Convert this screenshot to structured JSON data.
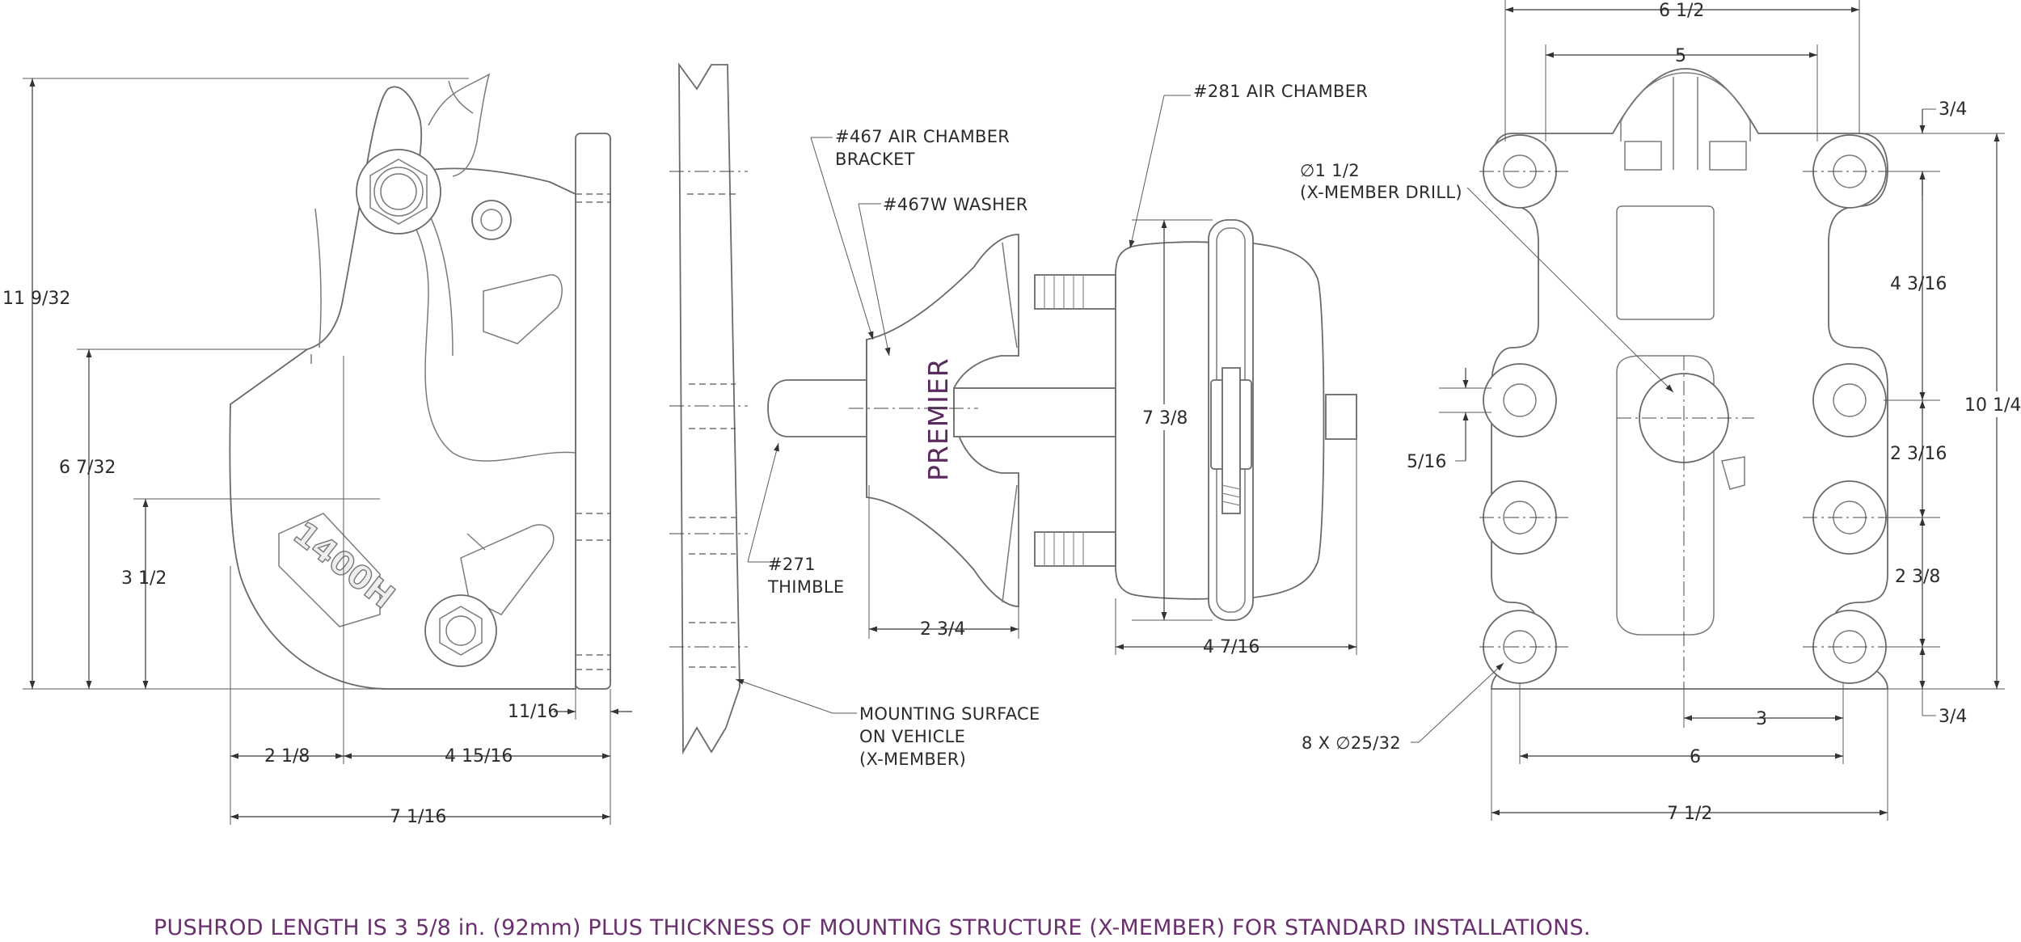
{
  "dims": {
    "d_11_9_32": "11 9/32",
    "d_6_7_32": "6 7/32",
    "d_3_1_2": "3 1/2",
    "d_11_16": "11/16",
    "d_2_1_8": "2 1/8",
    "d_4_15_16": "4 15/16",
    "d_7_1_16": "7 1/16",
    "d_2_3_4": "2 3/4",
    "d_7_3_8": "7 3/8",
    "d_4_7_16": "4 7/16",
    "d_6_1_2": "6 1/2",
    "d_5": "5",
    "d_3_4_top": "3/4",
    "d_4_3_16": "4 3/16",
    "d_10_1_4": "10 1/4",
    "d_5_16": "5/16",
    "d_2_3_16": "2 3/16",
    "d_2_3_8": "2 3/8",
    "d_3_4_bot": "3/4",
    "d_3": "3",
    "d_6": "6",
    "d_7_1_2": "7 1/2"
  },
  "callouts": {
    "air_chamber_281": "#281 AIR CHAMBER",
    "bracket_467_line1": "#467 AIR CHAMBER",
    "bracket_467_line2": "BRACKET",
    "washer_467w": "#467W WASHER",
    "thimble_271_line1": "#271",
    "thimble_271_line2": "THIMBLE",
    "mounting_line1": "MOUNTING SURFACE",
    "mounting_line2": "ON VEHICLE",
    "mounting_line3": "(X-MEMBER)",
    "drill_line1": "∅1 1/2",
    "drill_line2": "(X-MEMBER DRILL)",
    "holes": "8 X ∅25/32"
  },
  "markings": {
    "brand": "PREMIER",
    "model": "1400H"
  },
  "footer_note": "PUSHROD LENGTH IS 3 5/8 in. (92mm) PLUS THICKNESS OF MOUNTING STRUCTURE (X-MEMBER) FOR STANDARD INSTALLATIONS."
}
